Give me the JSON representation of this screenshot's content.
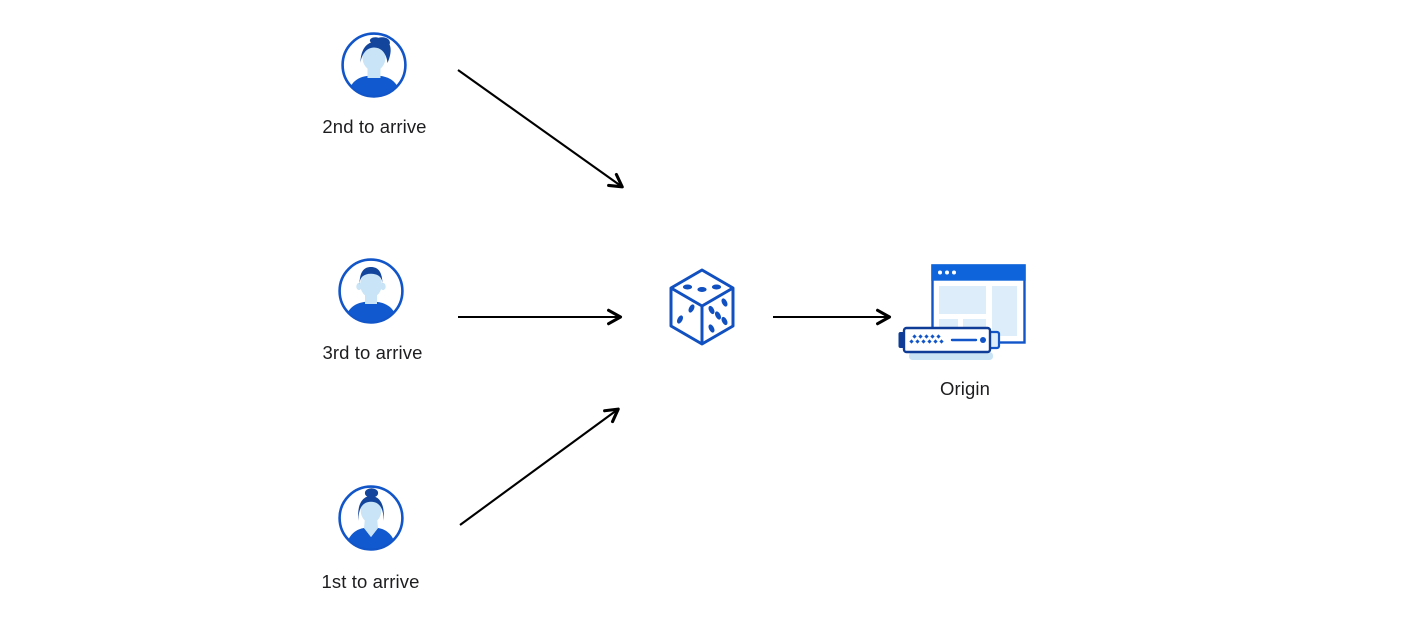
{
  "diagram": {
    "type": "flow-diagram",
    "description": "Three users arriving in different order send requests through a randomizer (dice) to an origin server",
    "colors": {
      "background": "#ffffff",
      "accent_blue": "#1155c9",
      "dark_hair_blue": "#14459c",
      "shirt_blue": "#1159cf",
      "face_light_blue": "#c8e4f6",
      "browser_titlebar_blue": "#0e64da",
      "panel_light_blue": "#ddedf9",
      "server_base_blue": "#c9e3f5",
      "server_dark_blue": "#0e3c96",
      "arrow_black": "#000000",
      "label_text": "#1d1d1f"
    },
    "nodes": {
      "second_user": {
        "label": "2nd to arrive",
        "icon": "male-avatar-icon"
      },
      "third_user": {
        "label": "3rd to arrive",
        "icon": "male-avatar-icon"
      },
      "first_user": {
        "label": "1st to arrive",
        "icon": "female-avatar-icon"
      },
      "dice": {
        "icon": "dice-icon",
        "faces_shown": "top-3, left-2, right-5"
      },
      "origin": {
        "label": "Origin",
        "icon": "origin-server-icon"
      }
    },
    "edges": [
      {
        "from": "second_user",
        "to": "dice",
        "style": "black-arrow"
      },
      {
        "from": "third_user",
        "to": "dice",
        "style": "black-arrow"
      },
      {
        "from": "first_user",
        "to": "dice",
        "style": "black-arrow"
      },
      {
        "from": "dice",
        "to": "origin",
        "style": "black-arrow"
      }
    ]
  }
}
